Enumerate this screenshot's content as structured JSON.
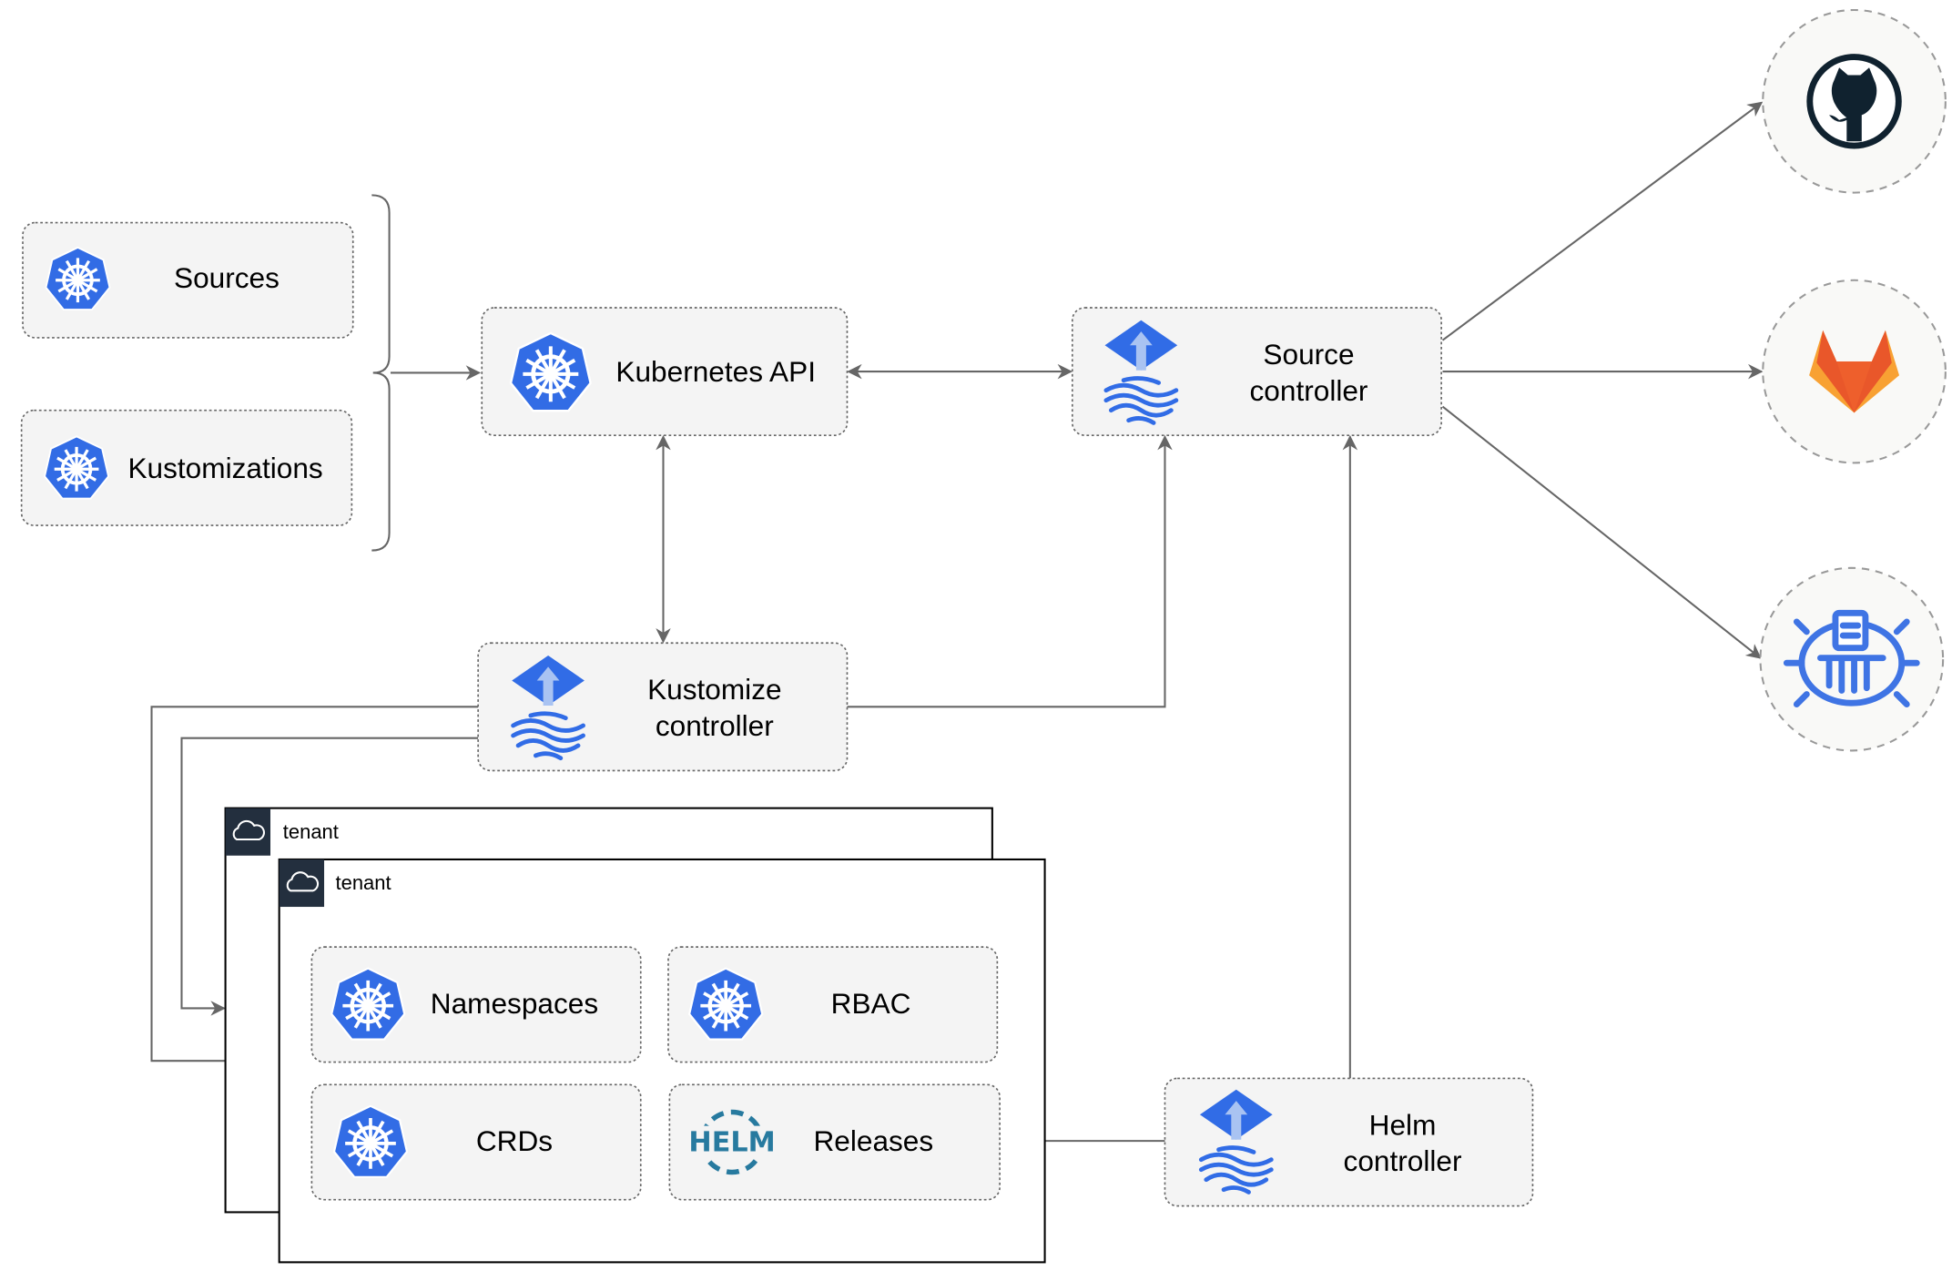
{
  "colors": {
    "k8s_blue": "#326ce5",
    "flux_blue": "#316ce6",
    "github": "#10222f",
    "gitlab_red": "#e9572a",
    "gitlab_orange": "#f8a133",
    "edge": "#666666",
    "box_fill": "#f4f4f4"
  },
  "inputs": {
    "sources": {
      "label": "Sources",
      "icon": "kubernetes-icon"
    },
    "kustomizations": {
      "label": "Kustomizations",
      "icon": "kubernetes-icon"
    }
  },
  "kubernetes_api": {
    "label": "Kubernetes API",
    "icon": "kubernetes-icon"
  },
  "source_controller": {
    "line1": "Source",
    "line2": "controller",
    "icon": "flux-icon"
  },
  "kustomize_controller": {
    "line1": "Kustomize",
    "line2": "controller",
    "icon": "flux-icon"
  },
  "helm_controller": {
    "line1": "Helm",
    "line2": "controller",
    "icon": "flux-icon"
  },
  "external_sources": [
    {
      "icon": "github-icon"
    },
    {
      "icon": "gitlab-icon"
    },
    {
      "icon": "bucket-icon"
    }
  ],
  "tenants": [
    {
      "label": "tenant",
      "icon": "cloud-icon"
    },
    {
      "label": "tenant",
      "icon": "cloud-icon"
    }
  ],
  "tenant_resources": {
    "namespaces": {
      "label": "Namespaces",
      "icon": "kubernetes-icon"
    },
    "rbac": {
      "label": "RBAC",
      "icon": "kubernetes-icon"
    },
    "crds": {
      "label": "CRDs",
      "icon": "kubernetes-icon"
    },
    "releases": {
      "label": "Releases",
      "icon": "helm-icon",
      "icon_text": "HELM"
    }
  }
}
